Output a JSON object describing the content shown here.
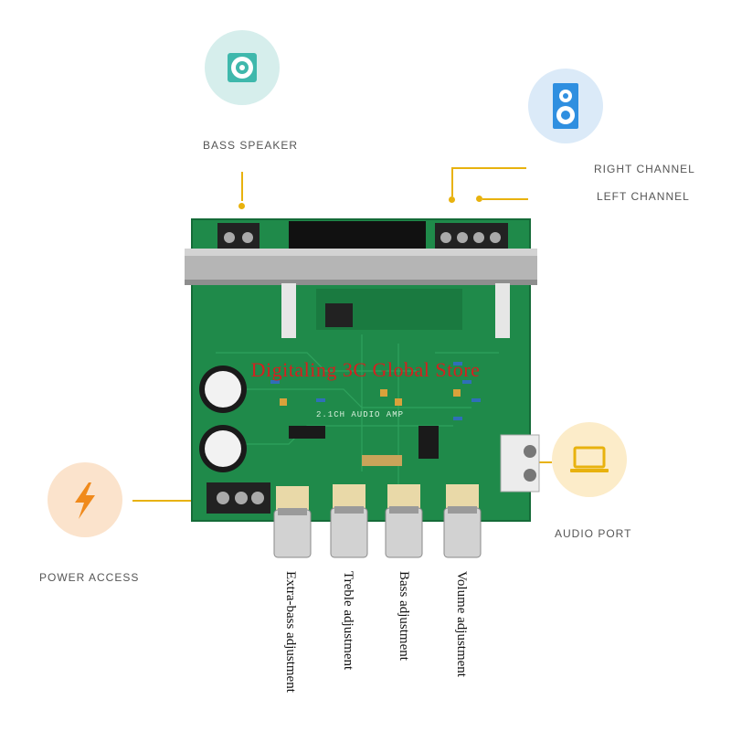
{
  "labels": {
    "bass_speaker": "BASS SPEAKER",
    "right_channel": "RIGHT CHANNEL",
    "left_channel": "LEFT CHANNEL",
    "power_access": "POWER ACCESS",
    "audio_port": "AUDIO PORT"
  },
  "knobs": {
    "extra_bass": "Extra-bass adjustment",
    "treble": "Treble adjustment",
    "bass": "Bass adjustment",
    "volume": "Volume adjustment"
  },
  "board": {
    "silkscreen": "2.1CH AUDIO AMP"
  },
  "watermark": "Digitaling 3C Global Store",
  "icons": {
    "bass_speaker": "speaker-icon",
    "channels": "tower-speaker-icon",
    "power": "lightning-icon",
    "audio": "laptop-icon"
  },
  "colors": {
    "accent_yellow": "#e8b20e",
    "teal": "#3fb8ac",
    "blue": "#2f8fe0",
    "orange": "#f08a1c",
    "pcb_green": "#1f8a4a",
    "watermark_red": "#d61f1f"
  }
}
